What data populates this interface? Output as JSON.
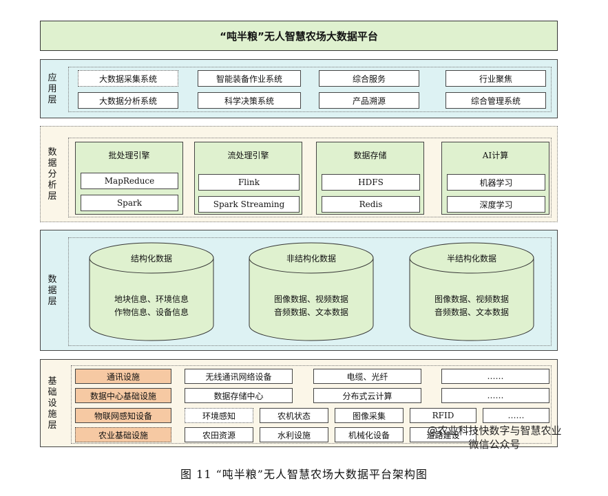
{
  "title": "“吨半粮”无人智慧农场大数据平台",
  "app_layer": {
    "label": "应用层",
    "items": [
      [
        "大数据采集系统",
        "智能装备作业系统",
        "综合服务",
        "行业聚焦"
      ],
      [
        "大数据分析系统",
        "科学决策系统",
        "产品溯源",
        "综合管理系统"
      ]
    ]
  },
  "analysis_layer": {
    "label": "数据分析层",
    "engines": [
      {
        "title": "批处理引擎",
        "items": [
          "MapReduce",
          "Spark"
        ]
      },
      {
        "title": "流处理引擎",
        "items": [
          "Flink",
          "Spark Streaming"
        ]
      },
      {
        "title": "数据存储",
        "items": [
          "HDFS",
          "Redis"
        ]
      },
      {
        "title": "AI计算",
        "items": [
          "机器学习",
          "深度学习"
        ]
      }
    ]
  },
  "data_layer": {
    "label": "数据层",
    "cylinders": [
      {
        "title": "结构化数据",
        "line1": "地块信息、环境信息",
        "line2": "作物信息、设备信息"
      },
      {
        "title": "非结构化数据",
        "line1": "图像数据、视频数据",
        "line2": "音频数据、文本数据"
      },
      {
        "title": "半结构化数据",
        "line1": "图像数据、视频数据",
        "line2": "音频数据、文本数据"
      }
    ]
  },
  "infra_layer": {
    "label": "基础设施层",
    "rows": [
      {
        "category": "通讯设施",
        "items": [
          "无线通讯网络设备",
          "电缆、光纤",
          "……"
        ]
      },
      {
        "category": "数据中心基础设施",
        "items": [
          "数据存储中心",
          "分布式云计算",
          "……"
        ]
      },
      {
        "category": "物联网感知设备",
        "items": [
          "环境感知",
          "农机状态",
          "图像采集",
          "RFID",
          "……"
        ]
      },
      {
        "category": "农业基础设施",
        "items": [
          "农田资源",
          "水利设施",
          "机械化设备",
          "道路建设"
        ]
      }
    ]
  },
  "watermark": {
    "line1": "@农业科技快数字与智慧农业",
    "line2": "微信公众号"
  },
  "caption": "图 11 “吨半粮”无人智慧农场大数据平台架构图",
  "colors": {
    "green": "#dff1cf",
    "cyan": "#ddf2f3",
    "cream": "#fbf6e8",
    "orange": "#f6c9a3"
  }
}
